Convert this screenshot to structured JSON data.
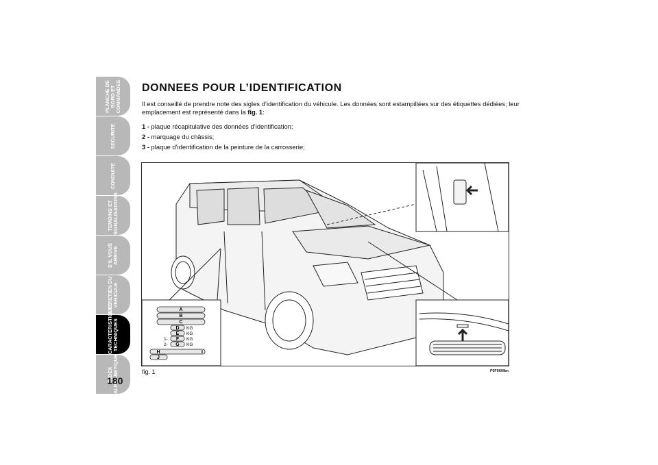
{
  "sidebar": {
    "tabs": [
      {
        "label": "PLANCHE DE\nBORD ET\nCOMMANDES",
        "active": false
      },
      {
        "label": "SECURITE",
        "active": false
      },
      {
        "label": "CONDUITE",
        "active": false
      },
      {
        "label": "TEMOINS ET\nSIGNALISATIONS",
        "active": false
      },
      {
        "label": "S’IL VOUS\nARRIVE",
        "active": false
      },
      {
        "label": "ENTRETIEN DU\nVEHICULE",
        "active": false
      },
      {
        "label": "CARACTERISTIQUES\nTECHNIQUES",
        "active": true
      },
      {
        "label": "INDEX\nALPHABETIQUE",
        "active": false
      }
    ],
    "page_number": "180"
  },
  "content": {
    "title": "DONNEES POUR L’IDENTIFICATION",
    "intro_before": "Il est conseillé de prendre note des sigles d’identification du véhicule. Les données sont estampillées sur des étiquettes dédiées; leur emplacement est représenté dans la ",
    "intro_ref": "fig. 1",
    "intro_after": ":",
    "items": [
      {
        "num": "1 -",
        "text": " plaque récapitulative des données d’identification;"
      },
      {
        "num": "2 -",
        "text": " marquage du châssis;"
      },
      {
        "num": "3 -",
        "text": " plaque d’identification de la peinture de la carrosserie;"
      }
    ]
  },
  "figure": {
    "caption": "fig. 1",
    "code": "F0F0609m",
    "plate_letters": [
      "A",
      "B",
      "C",
      "D",
      "E",
      "F",
      "G",
      "H",
      "I",
      "J"
    ],
    "plate_units": [
      "KG",
      "KG",
      "KG",
      "KG"
    ],
    "plate_prefixes": [
      "1-",
      "2-"
    ]
  }
}
